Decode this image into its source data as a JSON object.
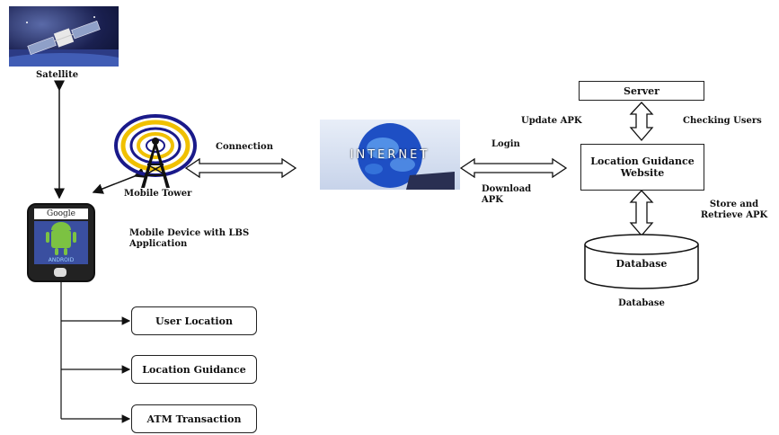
{
  "satellite_label": "Satellite",
  "mobile_tower_label": "Mobile Tower",
  "connection_label": "Connection",
  "internet_text": "INTERNET",
  "mobile_device_label": "Mobile Device with LBS Application",
  "phone": {
    "brand": "Google",
    "os": "ANDROID"
  },
  "login_label": "Login",
  "download_label": "Download APK",
  "server_label": "Server",
  "update_label": "Update APK",
  "checking_label": "Checking Users",
  "website_label": "Location Guidance Website",
  "store_label": "Store and Retrieve APK",
  "database_label": "Database",
  "database_caption": "Database",
  "functions": [
    "User Location",
    "Location Guidance",
    "ATM Transaction"
  ],
  "colors": {
    "internet_blue": "#1e4fc4",
    "android_green": "#7cc242",
    "screen_blue": "#3a4fa0"
  }
}
